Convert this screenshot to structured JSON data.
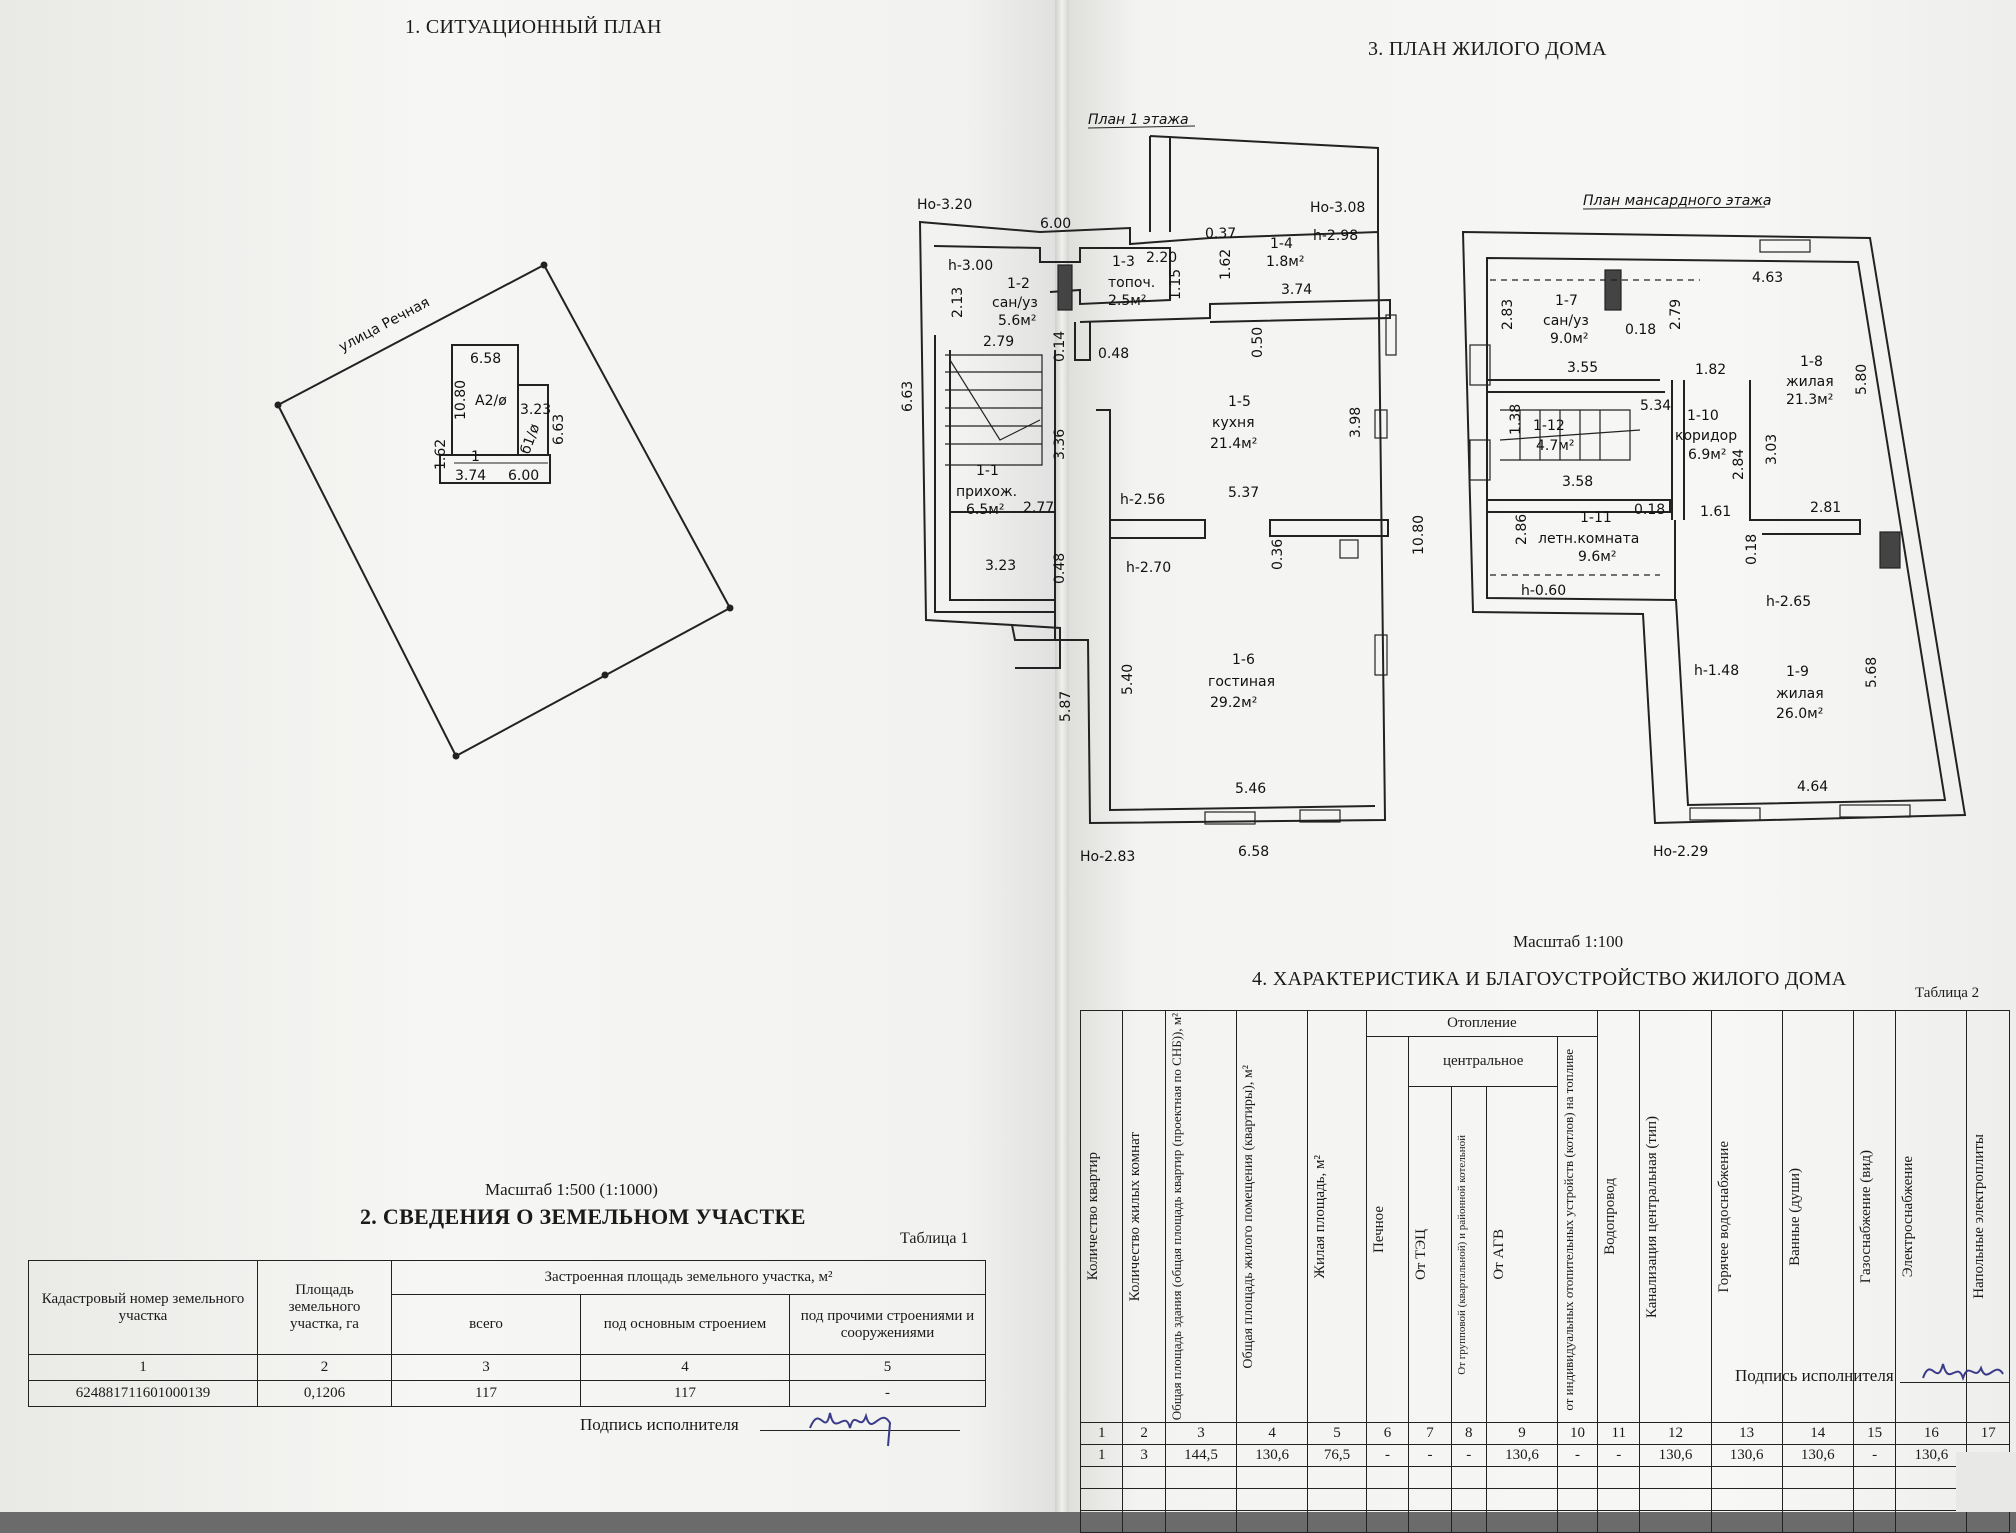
{
  "left": {
    "s1_title": "1. СИТУАЦИОННЫЙ ПЛАН",
    "site": {
      "street": "улица Речная",
      "dims": {
        "top": "6.58",
        "height": "10.80",
        "name": "А2/ø",
        "side1": "3.23",
        "side2": "6.63",
        "bottom1": "3.74",
        "bottom2": "6.00",
        "left": "1.62",
        "num1": "1",
        "num2": "б1/ø"
      }
    },
    "scale1": "Масштаб 1:500 (1:1000)",
    "s2_title": "2. СВЕДЕНИЯ О ЗЕМЕЛЬНОМ УЧАСТКЕ",
    "table1": {
      "caption": "Таблица 1",
      "h_cadastral": "Кадастровый номер земельного участка",
      "h_area": "Площадь земельного участка, га",
      "h_built": "Застроенная площадь земельного участка, м²",
      "h_total": "всего",
      "h_main": "под основным строением",
      "h_other": "под прочими строениями и сооружениями",
      "nums": [
        "1",
        "2",
        "3",
        "4",
        "5"
      ],
      "row": [
        "624881711601000139",
        "0,1206",
        "117",
        "117",
        "-"
      ]
    },
    "signature_label": "Подпись исполнителя",
    "signature_scribble": "ИШ"
  },
  "right": {
    "s3_title": "3. ПЛАН ЖИЛОГО ДОМА",
    "plan1_title": "План 1 этажа",
    "plan2_title": "План мансардного этажа",
    "plan1": {
      "ho_tl": "Но-3.20",
      "ho_tr": "Но-3.08",
      "ho_bl": "Но-2.83",
      "d600": "6.00",
      "d037": "0.37",
      "d220": "2.20",
      "d162": "1.62",
      "d115": "1.15",
      "d374": "3.74",
      "h298": "h-2.98",
      "h300": "h-3.00",
      "d213": "2.13",
      "d014": "0.14",
      "d048": "0.48",
      "d050": "0.50",
      "d279": "2.79",
      "d663": "6.63",
      "d336": "3.36",
      "d277": "2.77",
      "d323": "3.23",
      "d048b": "0.48",
      "d398": "3.98",
      "d537": "5.37",
      "d036": "0.36",
      "d1080": "10.80",
      "h256": "h-2.56",
      "h270": "h-2.70",
      "d587": "5.87",
      "d540": "5.40",
      "d546": "5.46",
      "d658": "6.58",
      "r12": "1-2",
      "r12n": "сан/уз",
      "r12a": "5.6м²",
      "r13": "1-3",
      "r13n": "топоч.",
      "r13a": "2.5м²",
      "r14": "1-4",
      "r14a": "1.8м²",
      "r15": "1-5",
      "r15n": "кухня",
      "r15a": "21.4м²",
      "r11": "1-1",
      "r11n": "прихож.",
      "r11a": "6.5м²",
      "r16": "1-6",
      "r16n": "гостиная",
      "r16a": "29.2м²"
    },
    "plan2": {
      "ho_b": "Но-2.29",
      "d463": "4.63",
      "d283": "2.83",
      "d279": "2.79",
      "d018": "0.18",
      "d355": "3.55",
      "d182": "1.82",
      "d580": "5.80",
      "d534": "5.34",
      "d138": "1.38",
      "d284": "2.84",
      "d303": "3.03",
      "d358": "3.58",
      "d018b": "0.18",
      "d161": "1.61",
      "d281": "2.81",
      "d286": "2.86",
      "d018c": "0.18",
      "h060": "h-0.60",
      "h265": "h-2.65",
      "h148": "h-1.48",
      "d568": "5.68",
      "d464": "4.64",
      "r17": "1-7",
      "r17n": "сан/уз",
      "r17a": "9.0м²",
      "r18": "1-8",
      "r18n": "жилая",
      "r18a": "21.3м²",
      "r110": "1-10",
      "r110n": "коридор",
      "r110a": "6.9м²",
      "r112": "1-12",
      "r112a": "4.7м²",
      "r111": "1-11",
      "r111n": "летн.комната",
      "r111a": "9.6м²",
      "r19": "1-9",
      "r19n": "жилая",
      "r19a": "26.0м²"
    },
    "scale2": "Масштаб 1:100",
    "s4_title": "4. ХАРАКТЕРИСТИКА И БЛАГОУСТРОЙСТВО ЖИЛОГО ДОМА",
    "table2": {
      "caption": "Таблица 2",
      "heating": "Отопление",
      "central": "центральное",
      "cols": [
        "Количество квартир",
        "Количество жилых комнат",
        "Общая площадь здания (общая площадь квартир (проектная по СНБ)), м²",
        "Общая площадь жилого помещения (квартиры), м²",
        "Жилая площадь, м²",
        "Печное",
        "От ТЭЦ",
        "От групповой (квартальной) и районной котельной",
        "От АГВ",
        "от индивидуальных отопительных устройств (котлов) на топливе",
        "Водопровод",
        "Канализация центральная (тип)",
        "Горячее водоснабжение",
        "Ванные (души)",
        "Газоснабжение (вид)",
        "Электроснабжение",
        "Напольные электроплиты"
      ],
      "nums": [
        "1",
        "2",
        "3",
        "4",
        "5",
        "6",
        "7",
        "8",
        "9",
        "10",
        "11",
        "12",
        "13",
        "14",
        "15",
        "16",
        "17"
      ],
      "row": [
        "1",
        "3",
        "144,5",
        "130,6",
        "76,5",
        "-",
        "-",
        "-",
        "130,6",
        "-",
        "-",
        "130,6",
        "130,6",
        "130,6",
        "-",
        "130,6",
        "-"
      ]
    },
    "signature_label": "Подпись исполнителя",
    "signature_scribble": "ИШ"
  }
}
